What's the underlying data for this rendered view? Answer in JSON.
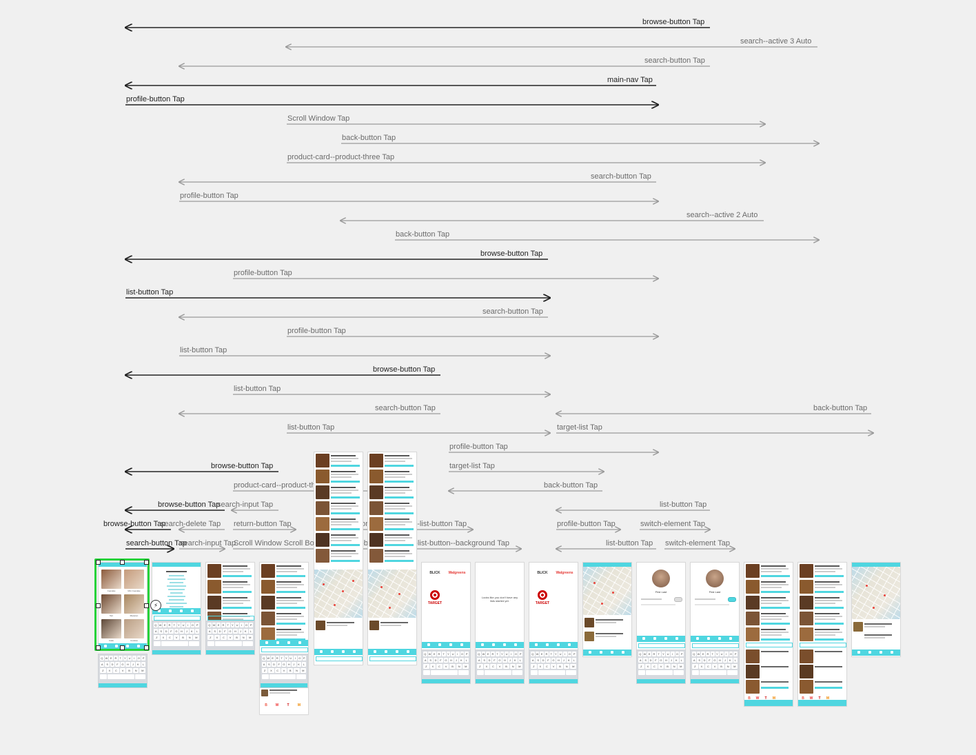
{
  "links": [
    {
      "label": "browse-button Tap",
      "style": "dark"
    },
    {
      "label": "search--active 3 Auto",
      "style": "light"
    },
    {
      "label": "search-button Tap",
      "style": "light"
    },
    {
      "label": "main-nav Tap",
      "style": "dark"
    },
    {
      "label": "profile-button Tap",
      "style": "dark"
    },
    {
      "label": "Scroll Window Tap",
      "style": "light"
    },
    {
      "label": "back-button Tap",
      "style": "light"
    },
    {
      "label": "product-card--product-three Tap",
      "style": "light"
    },
    {
      "label": "search-button Tap",
      "style": "light"
    },
    {
      "label": "profile-button Tap",
      "style": "light"
    },
    {
      "label": "search--active 2 Auto",
      "style": "light"
    },
    {
      "label": "back-button Tap",
      "style": "light"
    },
    {
      "label": "browse-button Tap",
      "style": "dark"
    },
    {
      "label": "profile-button Tap",
      "style": "light"
    },
    {
      "label": "list-button Tap",
      "style": "dark"
    },
    {
      "label": "search-button Tap",
      "style": "light"
    },
    {
      "label": "profile-button Tap",
      "style": "light"
    },
    {
      "label": "list-button Tap",
      "style": "light"
    },
    {
      "label": "browse-button Tap",
      "style": "dark"
    },
    {
      "label": "list-button Tap",
      "style": "light"
    },
    {
      "label": "search-button Tap",
      "style": "light"
    },
    {
      "label": "back-button Tap",
      "style": "light"
    },
    {
      "label": "list-button Tap",
      "style": "light"
    },
    {
      "label": "target-list Tap",
      "style": "light"
    },
    {
      "label": "profile-button Tap",
      "style": "light"
    },
    {
      "label": "browse-button Tap",
      "style": "dark"
    },
    {
      "label": "target-list Tap",
      "style": "light"
    },
    {
      "label": "product-card--product-three Tap",
      "style": "light"
    },
    {
      "label": "back-button Tap",
      "style": "light"
    },
    {
      "label": "browse-button Tap",
      "style": "dark"
    },
    {
      "label": "search-input Tap",
      "style": "light"
    },
    {
      "label": "list-button Tap",
      "style": "light"
    },
    {
      "label": "browse-button Tap",
      "style": "dark"
    },
    {
      "label": "search-delete Tap",
      "style": "light"
    },
    {
      "label": "return-button Tap",
      "style": "light"
    },
    {
      "label": "target-button Tap",
      "style": "light"
    },
    {
      "label": "add-to-list-button Tap",
      "style": "light"
    },
    {
      "label": "profile-button Tap",
      "style": "light"
    },
    {
      "label": "switch-element Tap",
      "style": "light"
    },
    {
      "label": "search-button Tap",
      "style": "dark"
    },
    {
      "label": "search-input Tap",
      "style": "light"
    },
    {
      "label": "Scroll Window Scroll Bottom",
      "style": "light"
    },
    {
      "label": "target-button Tap",
      "style": "light"
    },
    {
      "label": "add-to-list-button--background Tap",
      "style": "light"
    },
    {
      "label": "list-button Tap",
      "style": "light"
    },
    {
      "label": "switch-element Tap",
      "style": "light"
    }
  ],
  "colors": {
    "dark_line": "#222222",
    "light_line": "#9a9a9a",
    "accent": "#4fd6e0",
    "selection": "#27d23a",
    "canvas": "#f0f0f0"
  },
  "screens": {
    "browse": {
      "tiles": [
        "Cupcake",
        "Mini Cupcake",
        "Tart",
        "Macaron",
        "Cake",
        "Cookies"
      ]
    },
    "keyboard_rows": [
      [
        "Q",
        "W",
        "E",
        "R",
        "T",
        "Y",
        "U",
        "I",
        "O",
        "P"
      ],
      [
        "A",
        "S",
        "D",
        "F",
        "G",
        "H",
        "J",
        "K",
        "L"
      ],
      [
        "Z",
        "X",
        "C",
        "V",
        "B",
        "N",
        "M"
      ]
    ],
    "stores": {
      "blick": "BLICK",
      "walgreens": "Walgreens",
      "target": "TARGET"
    },
    "empty_list_message": "Looks like you don't have any lists started yet.",
    "profile_name": "First Last",
    "hotspot_icon": "lightning-icon"
  }
}
